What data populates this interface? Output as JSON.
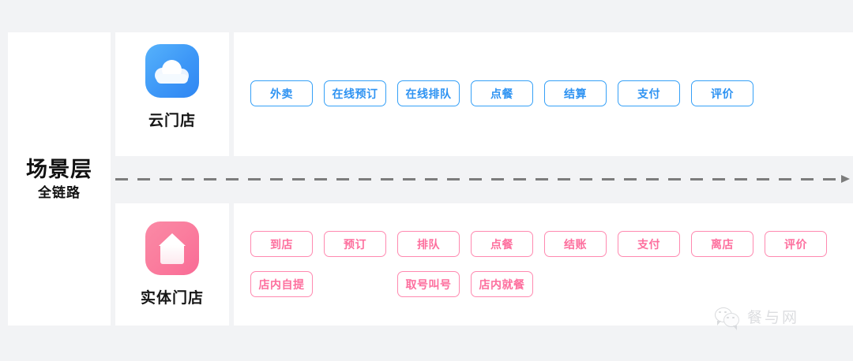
{
  "left_label": {
    "title": "场景层",
    "subtitle": "全链路"
  },
  "rows": {
    "cloud": {
      "icon_name": "cloud-store-icon",
      "label": "云门店",
      "accent_color": "#2e93f2",
      "tags": [
        "外卖",
        "在线预订",
        "在线排队",
        "点餐",
        "结算",
        "支付",
        "评价"
      ]
    },
    "store": {
      "icon_name": "physical-store-icon",
      "label": "实体门店",
      "accent_color": "#fd6f9e",
      "tags_row1": [
        "到店",
        "预订",
        "排队",
        "点餐",
        "结账",
        "支付",
        "离店",
        "评价"
      ],
      "tags_row2": [
        "店内自提",
        "",
        "取号叫号",
        "店内就餐"
      ]
    }
  },
  "flow_arrow": {
    "name": "dashed-flow-arrow",
    "color": "#7c7c7c"
  },
  "watermark": {
    "text": "餐与网",
    "icon_name": "wechat-icon"
  }
}
